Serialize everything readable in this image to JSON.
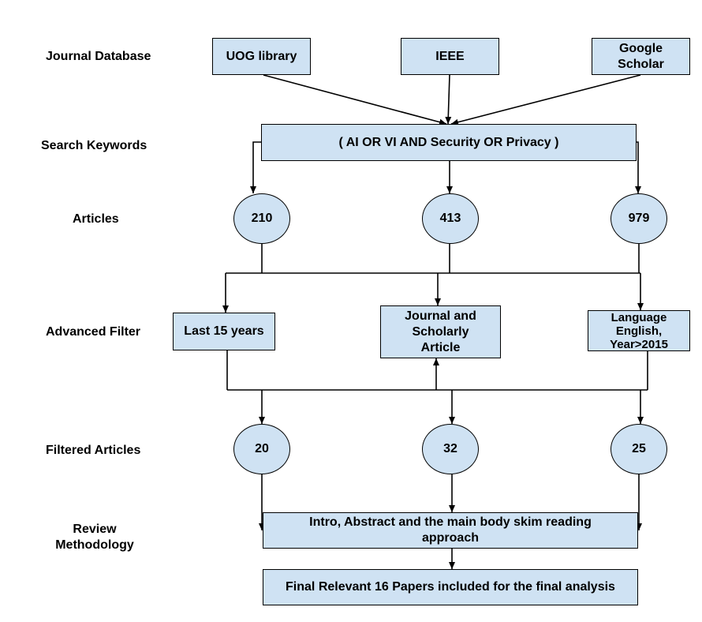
{
  "colors": {
    "box_fill": "#cfe2f3",
    "stroke": "#000000",
    "background": "#ffffff"
  },
  "stages": {
    "journal_database": "Journal Database",
    "search_keywords": "Search Keywords",
    "articles": "Articles",
    "advanced_filter": "Advanced Filter",
    "filtered_articles": "Filtered Articles",
    "review_methodology": "Review\nMethodology"
  },
  "databases": [
    "UOG library",
    "IEEE",
    "Google\nScholar"
  ],
  "search_query": "( AI OR VI AND Security OR Privacy )",
  "article_counts": [
    "210",
    "413",
    "979"
  ],
  "filters": [
    "Last 15 years",
    "Journal  and\nScholarly\nArticle",
    "Language\nEnglish,\nYear>2015"
  ],
  "filtered_counts": [
    "20",
    "32",
    "25"
  ],
  "review_step": "Intro, Abstract and the main body skim reading\napproach",
  "final_step": "Final Relevant 16 Papers included for the final analysis"
}
